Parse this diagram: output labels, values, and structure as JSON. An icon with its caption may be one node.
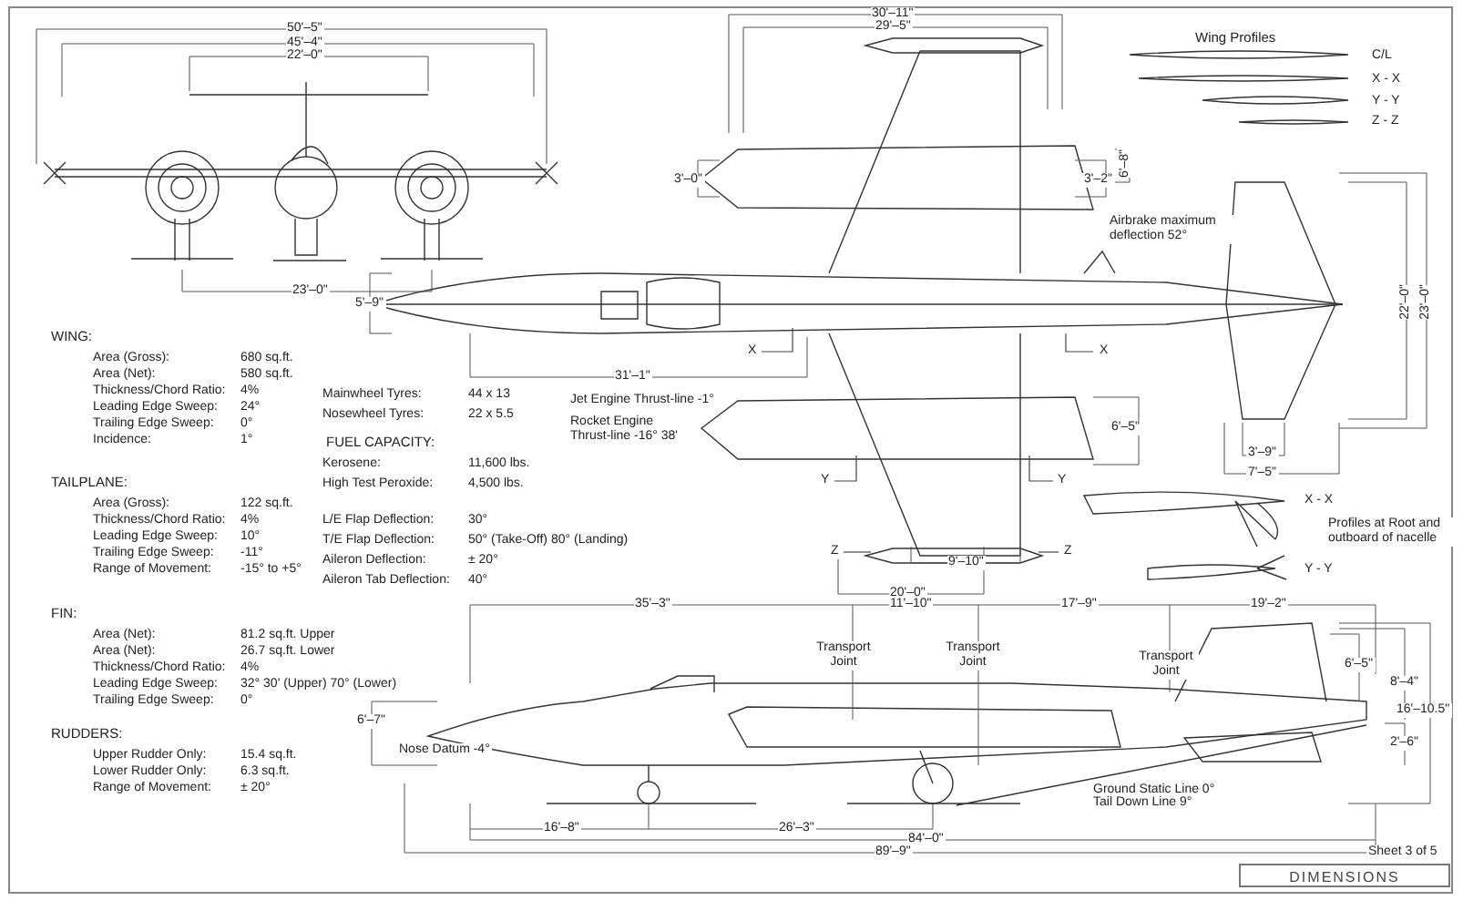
{
  "diagram": {
    "title": "DIMENSIONS",
    "labels": [
      "50'–5\"",
      "45'–4\"",
      "22'–0\"",
      "30'–11\"",
      "29'–5\"",
      "Wing Profiles",
      "C/L",
      "X - X",
      "Y - Y",
      "Z - Z",
      "6'–8\"",
      "3'–0\"",
      "3'–2\"",
      "Airbrake maximum deflection 52°",
      "23'–0\"",
      "5'–9\"",
      "22'–0\"",
      "23'–0\"",
      "X",
      "X",
      "31'–1\"",
      "WING:",
      "Area (Gross):",
      "680 sq.ft.",
      "Area (Net):",
      "580 sq.ft.",
      "Thickness/Chord Ratio:",
      "4%",
      "Leading Edge Sweep:",
      "24°",
      "Trailing Edge Sweep:",
      "0°",
      "Incidence:",
      "1°",
      "TAILPLANE:",
      "Area (Gross):",
      "122 sq.ft.",
      "Thickness/Chord Ratio:",
      "4%",
      "Leading Edge Sweep:",
      "10°",
      "Trailing Edge Sweep:",
      "-11°",
      "Range of Movement:",
      "-15° to +5°",
      "FIN:",
      "Area (Net):",
      "81.2 sq.ft. Upper",
      "Area (Net):",
      "26.7 sq.ft. Lower",
      "Thickness/Chord Ratio:",
      "4%",
      "Leading Edge Sweep:",
      "32° 30' (Upper)   70° (Lower)",
      "Trailing Edge Sweep:",
      "0°",
      "RUDDERS:",
      "Upper Rudder Only:",
      "15.4 sq.ft.",
      "Lower Rudder Only:",
      "6.3 sq.ft.",
      "Range of Movement:",
      "± 20°",
      "Mainwheel Tyres:",
      "44 x 13",
      "Nosewheel Tyres:",
      "22 x 5.5",
      "FUEL CAPACITY:",
      "Kerosene:",
      "11,600 lbs.",
      "High Test Peroxide:",
      "4,500 lbs.",
      "L/E Flap Deflection:",
      "30°",
      "T/E Flap Deflection:",
      "50° (Take-Off) 80° (Landing)",
      "Aileron Deflection:",
      "± 20°",
      "Aileron Tab Deflection:",
      "40°",
      "Jet Engine Thrust-line -1°",
      "Rocket Engine Thrust-line -16° 38'",
      "6'–5\"",
      "Y",
      "Y",
      "3'–9\"",
      "7'–5\"",
      "X - X",
      "Profiles at Root and outboard of nacelle",
      "Z",
      "Z",
      "9'–10\"",
      "Y - Y",
      "20'–0\"",
      "35'–3\"",
      "11'–10\"",
      "17'–9\"",
      "19'–2\"",
      "Transport Joint",
      "Transport Joint",
      "Transport Joint",
      "6'–5\"",
      "8'–4\"",
      "16'–10.5\"",
      "6'–7\"",
      "2'–6\"",
      "Nose Datum -4°",
      "Ground Static Line 0°",
      "Tail Down Line 9°",
      "16'–8\"",
      "26'–3\"",
      "84'–0\"",
      "89'–9\"",
      "Sheet 3 of 5"
    ]
  }
}
